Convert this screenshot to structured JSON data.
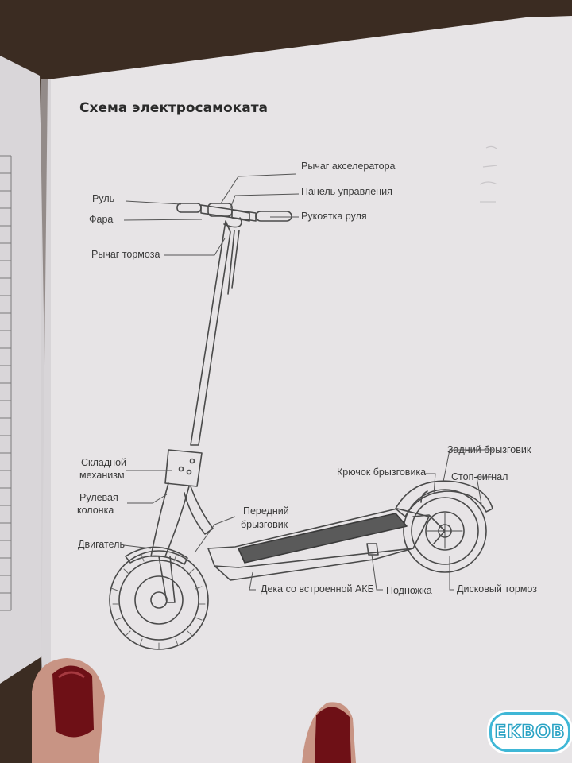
{
  "title": "Схема электросамоката",
  "labels": {
    "accelerator": "Рычаг акселератора",
    "control_panel": "Панель управления",
    "grip": "Рукоятка руля",
    "handlebar": "Руль",
    "headlight": "Фара",
    "brake_lever": "Рычаг тормоза",
    "folding_line1": "Складной",
    "folding_line2": "механизм",
    "steering_line1": "Рулевая",
    "steering_line2": "колонка",
    "motor": "Двигатель",
    "front_fender_line1": "Передний",
    "front_fender_line2": "брызговик",
    "fender_hook": "Крючок брызговика",
    "rear_fender": "Задний брызговик",
    "brake_light": "Стоп-сигнал",
    "deck": "Дека со встроенной АКБ",
    "kickstand": "Подножка",
    "disc_brake": "Дисковый тормоз"
  },
  "watermark": "EKBOB",
  "colors": {
    "paper": "#e7e4e6",
    "line": "#4a4a4a",
    "table_background": "#3b2c22",
    "watermark_accent": "#3fb7d6"
  }
}
